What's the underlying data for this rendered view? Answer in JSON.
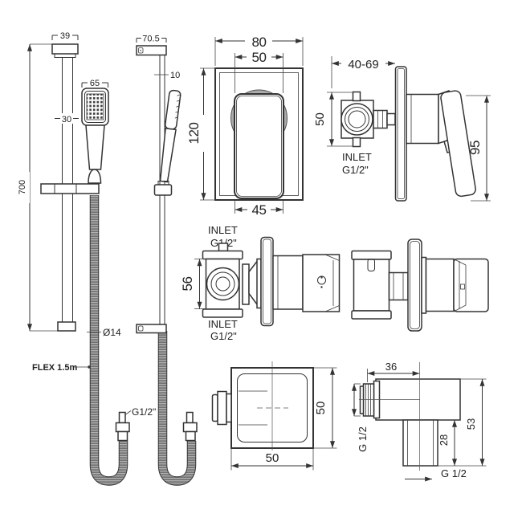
{
  "page": {
    "background": "#ffffff",
    "line_color": "#333333",
    "shade_color": "#ababab"
  },
  "drawing": {
    "slide_rail_front": {
      "rail_width": "39",
      "head_width": "65",
      "rail_depth": "30",
      "rail_length": "700",
      "hose_diameter": "Ø14",
      "flex_length": "FLEX 1.5m",
      "hose_thread": "G1/2\""
    },
    "slide_rail_side": {
      "bracket_width": "70.5",
      "rail_thickness": "10"
    },
    "valve_front": {
      "plate_width": "80",
      "handle_width_top": "50",
      "plate_height": "120",
      "handle_width_bottom": "45"
    },
    "valve_side": {
      "depth_range": "40-69",
      "inlet_spacing": "50",
      "inlet_label_line1": "INLET",
      "inlet_label_line2": "G1/2\"",
      "body_height": "95"
    },
    "valve_body_views": {
      "inlet_top_line1": "INLET",
      "inlet_top_line2": "G1/2\"",
      "body_length": "56",
      "inlet_bottom_line1": "INLET",
      "inlet_bottom_line2": "G1/2\""
    },
    "wall_outlet_front": {
      "height": "50",
      "width": "50"
    },
    "wall_outlet_side": {
      "body_length": "36",
      "inlet_thread": "G 1/2",
      "total_height": "53",
      "stub_height": "28",
      "outlet_thread": "G 1/2"
    }
  }
}
